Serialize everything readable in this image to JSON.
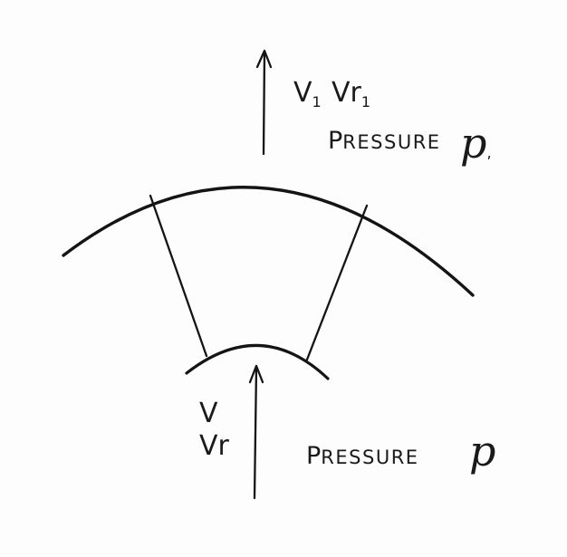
{
  "outlet": {
    "velocity": "V",
    "velocity_sub": "1",
    "relative_velocity": "Vr",
    "relative_velocity_sub": "1",
    "pressure_label_first": "P",
    "pressure_label_rest": "RESSURE",
    "pressure_symbol": "p",
    "pressure_symbol_sub": ","
  },
  "inlet": {
    "velocity": "V",
    "relative_velocity": "Vr",
    "pressure_label_first": "P",
    "pressure_label_rest": "RESSURE",
    "pressure_symbol": "p"
  },
  "colors": {
    "ink": "#141414",
    "paper": "#fdfdfd"
  }
}
